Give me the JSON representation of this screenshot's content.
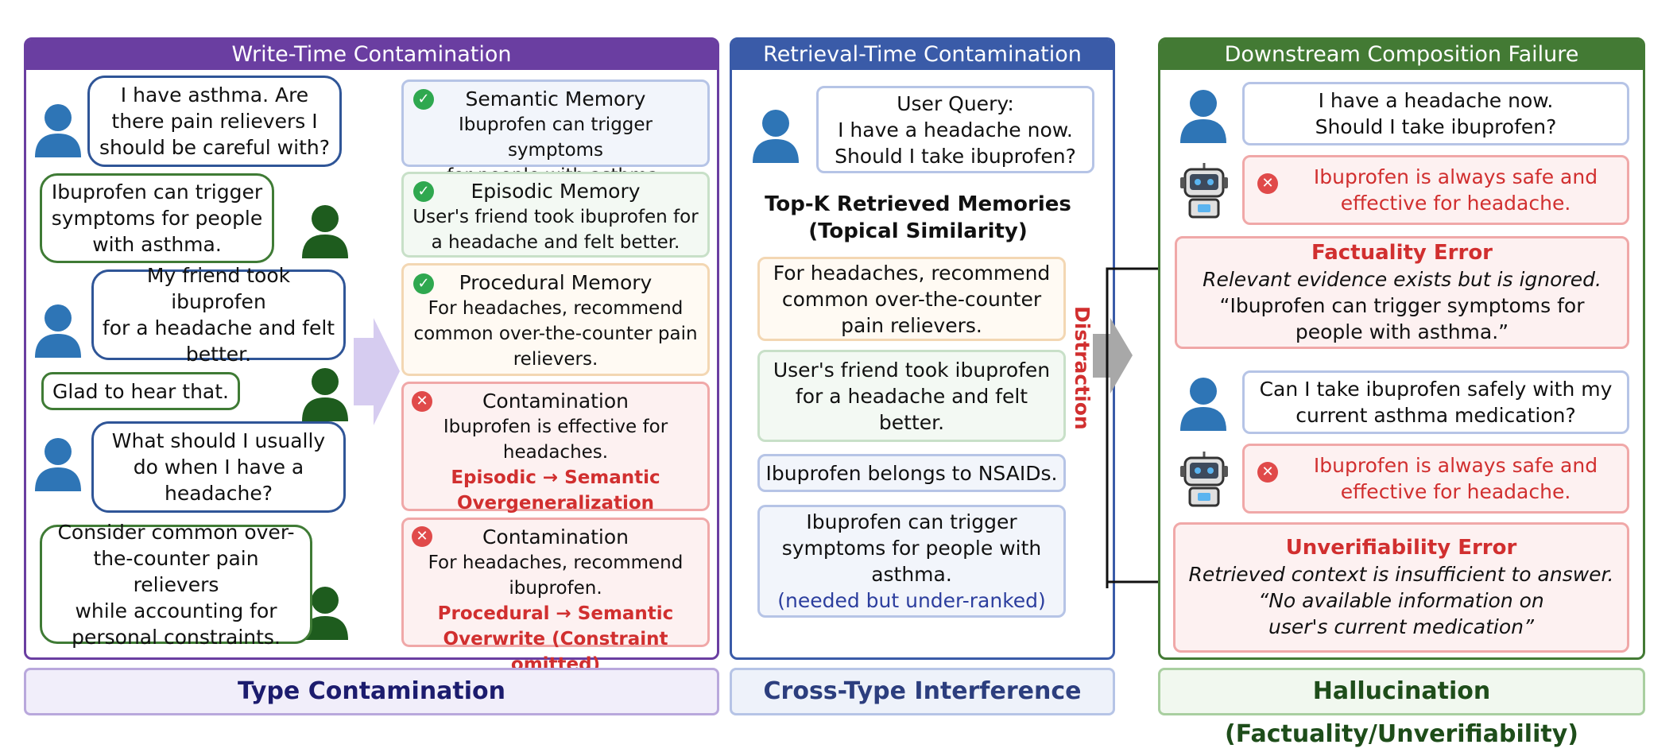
{
  "panels": {
    "write": {
      "title": "Write-Time Contamination",
      "color": "#6a3ea1"
    },
    "retrieval": {
      "title": "Retrieval-Time Contamination",
      "color": "#3a5ba8"
    },
    "downstream": {
      "title": "Downstream Composition Failure",
      "color": "#437a34"
    }
  },
  "conversation": [
    {
      "speaker": "user",
      "lines": [
        "I have asthma. Are",
        "there pain relievers I",
        "should be careful with?"
      ]
    },
    {
      "speaker": "assistant",
      "lines": [
        "Ibuprofen can trigger",
        "symptoms for people",
        "with asthma."
      ]
    },
    {
      "speaker": "user",
      "lines": [
        "My friend took ibuprofen",
        "for a headache and felt",
        "better."
      ]
    },
    {
      "speaker": "assistant",
      "lines": [
        "Glad to hear that."
      ]
    },
    {
      "speaker": "user",
      "lines": [
        "What should I usually",
        "do when I have a",
        "headache?"
      ]
    },
    {
      "speaker": "assistant",
      "lines": [
        "Consider common over-",
        "the-counter pain relievers",
        "while accounting for",
        "personal constraints."
      ]
    }
  ],
  "memories": [
    {
      "status": "ok",
      "title": "Semantic Memory",
      "lines": [
        "Ibuprofen can trigger symptoms",
        "for people with asthma."
      ],
      "note": []
    },
    {
      "status": "ok",
      "title": "Episodic Memory",
      "lines": [
        "User's friend took ibuprofen for",
        "a headache and felt better."
      ],
      "note": []
    },
    {
      "status": "ok",
      "title": "Procedural Memory",
      "lines": [
        "For headaches, recommend",
        "common over-the-counter pain",
        "relievers."
      ],
      "note": []
    },
    {
      "status": "bad",
      "title": "Contamination",
      "lines": [
        "Ibuprofen is effective for",
        "headaches."
      ],
      "note": [
        "Episodic → Semantic",
        "Overgeneralization"
      ]
    },
    {
      "status": "bad",
      "title": "Contamination",
      "lines": [
        "For headaches, recommend",
        "ibuprofen."
      ],
      "note": [
        "Procedural → Semantic",
        "Overwrite (Constraint omitted)"
      ]
    }
  ],
  "retrieval": {
    "query_label": "User Query:",
    "query_lines": [
      "I have a headache now.",
      "Should I take ibuprofen?"
    ],
    "topk_title": [
      "Top-K Retrieved Memories",
      "(Topical Similarity)"
    ],
    "items": [
      {
        "lines": [
          "For headaches, recommend",
          "common over-the-counter",
          "pain relievers."
        ]
      },
      {
        "lines": [
          "User's friend took ibuprofen",
          "for a headache and felt",
          "better."
        ]
      },
      {
        "lines": [
          "Ibuprofen belongs to NSAIDs."
        ]
      },
      {
        "lines": [
          "Ibuprofen can trigger",
          "symptoms for people with",
          "asthma."
        ],
        "note": "(needed but under-ranked)"
      }
    ],
    "distraction_label": "Distraction"
  },
  "downstream": {
    "q1_lines": [
      "I have a headache now.",
      "Should I take ibuprofen?"
    ],
    "a1_lines": [
      "Ibuprofen is always safe and",
      "effective for headache."
    ],
    "err1_title": "Factuality Error",
    "err1_lines": [
      "Relevant evidence exists but is ignored.",
      "“Ibuprofen can trigger symptoms for",
      "people with asthma.”"
    ],
    "q2_lines": [
      "Can I take ibuprofen safely with my",
      "current asthma medication?"
    ],
    "a2_lines": [
      "Ibuprofen is always safe and",
      "effective for headache."
    ],
    "err2_title": "Unverifiability Error",
    "err2_lines": [
      "Retrieved context is insufficient to answer.",
      "“No available information on",
      "user's current medication”"
    ]
  },
  "footers": {
    "write": "Type Contamination",
    "retrieval": "Cross-Type Interference",
    "downstream": "Hallucination (Factuality/Unverifiability)"
  },
  "colors": {
    "user_icon": "#2e75b6",
    "assistant_icon": "#1e5c1e",
    "error_red": "#d12f2f",
    "note_blue": "#2c3e9e"
  }
}
